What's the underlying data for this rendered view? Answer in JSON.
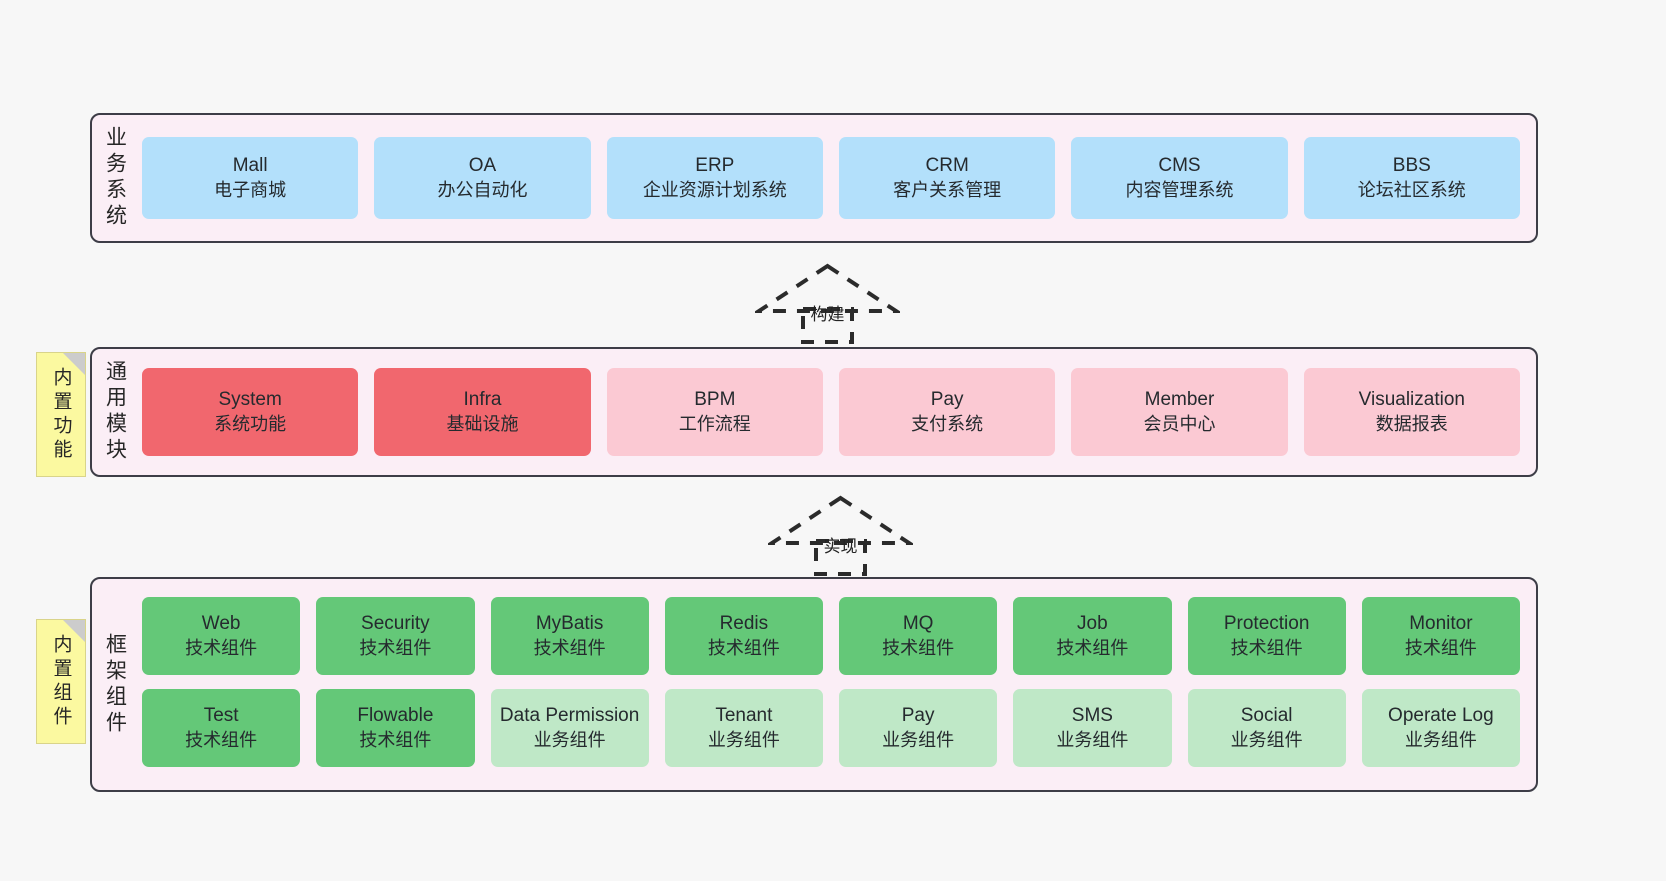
{
  "diagram": {
    "background": "#f7f7f7",
    "layers": [
      {
        "id": "business",
        "title": "业务系统",
        "card_color": "#b3e0fb",
        "cards": [
          {
            "name": "Mall",
            "desc": "电子商城"
          },
          {
            "name": "OA",
            "desc": "办公自动化"
          },
          {
            "name": "ERP",
            "desc": "企业资源计划系统"
          },
          {
            "name": "CRM",
            "desc": "客户关系管理"
          },
          {
            "name": "CMS",
            "desc": "内容管理系统"
          },
          {
            "name": "BBS",
            "desc": "论坛社区系统"
          }
        ]
      },
      {
        "id": "common",
        "title": "通用模块",
        "sticky": "内置功能",
        "card_color_primary": "#f1676e",
        "card_color_secondary": "#fbc9d3",
        "cards": [
          {
            "name": "System",
            "desc": "系统功能",
            "variant": "red"
          },
          {
            "name": "Infra",
            "desc": "基础设施",
            "variant": "red"
          },
          {
            "name": "BPM",
            "desc": "工作流程",
            "variant": "pink"
          },
          {
            "name": "Pay",
            "desc": "支付系统",
            "variant": "pink"
          },
          {
            "name": "Member",
            "desc": "会员中心",
            "variant": "pink"
          },
          {
            "name": "Visualization",
            "desc": "数据报表",
            "variant": "pink"
          }
        ]
      },
      {
        "id": "framework",
        "title": "框架组件",
        "sticky": "内置组件",
        "card_color_primary": "#64c878",
        "card_color_secondary": "#bfe8c7",
        "rows": [
          [
            {
              "name": "Web",
              "desc": "技术组件",
              "variant": "green"
            },
            {
              "name": "Security",
              "desc": "技术组件",
              "variant": "green"
            },
            {
              "name": "MyBatis",
              "desc": "技术组件",
              "variant": "green"
            },
            {
              "name": "Redis",
              "desc": "技术组件",
              "variant": "green"
            },
            {
              "name": "MQ",
              "desc": "技术组件",
              "variant": "green"
            },
            {
              "name": "Job",
              "desc": "技术组件",
              "variant": "green"
            },
            {
              "name": "Protection",
              "desc": "技术组件",
              "variant": "green"
            },
            {
              "name": "Monitor",
              "desc": "技术组件",
              "variant": "green"
            }
          ],
          [
            {
              "name": "Test",
              "desc": "技术组件",
              "variant": "green"
            },
            {
              "name": "Flowable",
              "desc": "技术组件",
              "variant": "green"
            },
            {
              "name": "Data Permission",
              "desc": "业务组件",
              "variant": "lgreen"
            },
            {
              "name": "Tenant",
              "desc": "业务组件",
              "variant": "lgreen"
            },
            {
              "name": "Pay",
              "desc": "业务组件",
              "variant": "lgreen"
            },
            {
              "name": "SMS",
              "desc": "业务组件",
              "variant": "lgreen"
            },
            {
              "name": "Social",
              "desc": "业务组件",
              "variant": "lgreen"
            },
            {
              "name": "Operate Log",
              "desc": "业务组件",
              "variant": "lgreen"
            }
          ]
        ]
      }
    ],
    "connectors": [
      {
        "id": "build",
        "label": "构建"
      },
      {
        "id": "implement",
        "label": "实现"
      }
    ]
  }
}
